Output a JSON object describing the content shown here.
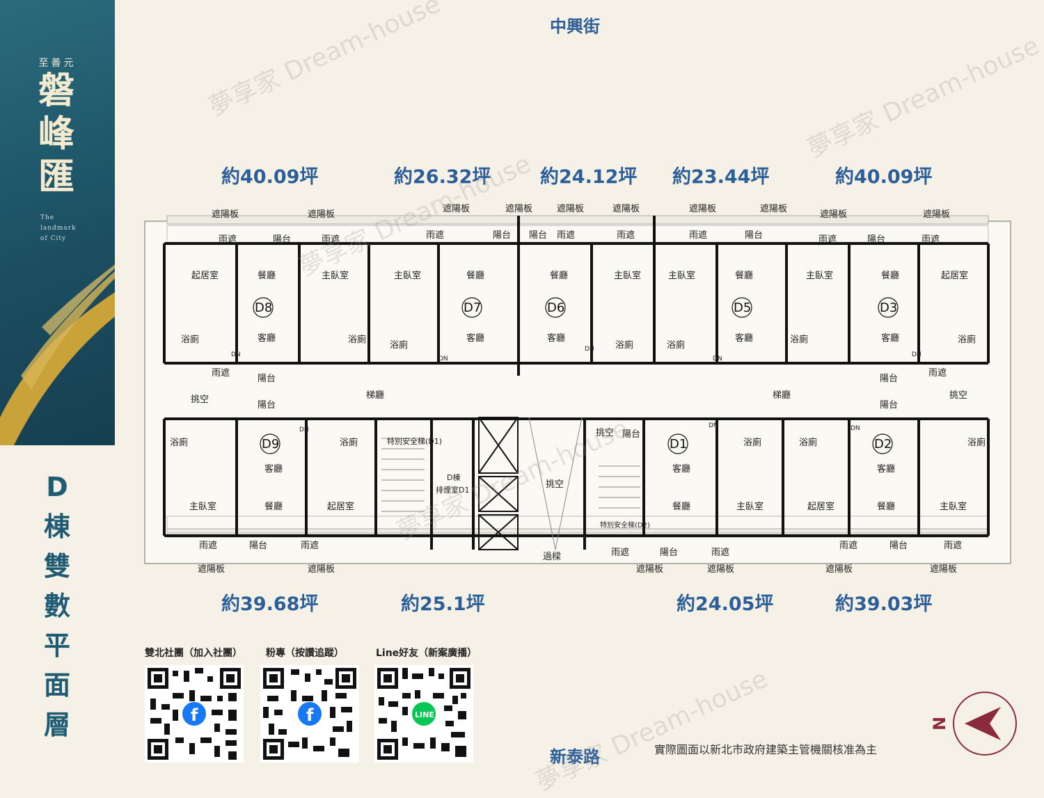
{
  "brand": {
    "subtitle": "至善元",
    "name_lines": [
      "磐",
      "峰",
      "匯"
    ],
    "tagline_lines": [
      "The",
      "landmark",
      "of City"
    ]
  },
  "floor_title": [
    "D",
    "棟",
    "雙",
    "數",
    "平",
    "面",
    "層"
  ],
  "streets": {
    "top": "中興街",
    "bottom": "新泰路"
  },
  "areas_top": [
    "約40.09坪",
    "約26.32坪",
    "約24.12坪",
    "約23.44坪",
    "約40.09坪"
  ],
  "areas_bottom": [
    "約39.68坪",
    "約25.1坪",
    "約24.05坪",
    "約39.03坪"
  ],
  "units": [
    "D8",
    "D7",
    "D6",
    "D5",
    "D3",
    "D9",
    "D1",
    "D2"
  ],
  "rooms": {
    "living_room": "客廳",
    "dining_room": "餐廳",
    "master_bedroom": "主臥室",
    "bedroom": "起居室",
    "bathroom": "浴廁",
    "balcony": "陽台",
    "canopy": "雨遮",
    "sunshade": "遮陽板",
    "stairs": "梯廳",
    "void": "挑空",
    "corridor": "過樑",
    "dn": "DN",
    "stair_d1": "特別安全梯(D1)",
    "stair_d2": "特別安全梯(D2)",
    "smoke_room": [
      "D棟",
      "排煙室D1"
    ]
  },
  "qr": [
    {
      "label": "雙北社團（加入社團）",
      "icon": "facebook-icon",
      "color": "#1877f2"
    },
    {
      "label": "粉專（按讚追蹤）",
      "icon": "facebook-icon",
      "color": "#1877f2"
    },
    {
      "label": "Line好友（新案廣播）",
      "icon": "line-icon",
      "color": "#06c755"
    }
  ],
  "disclaimer": "實際圖面以新北市政府建築主管機關核准為主",
  "compass": {
    "label": "N",
    "color": "#8a2a3a"
  },
  "watermark": [
    "夢享家 Dream-house"
  ],
  "colors": {
    "accent": "#2c5e98",
    "sidebar": "#1c4f62",
    "wall": "#111111"
  }
}
